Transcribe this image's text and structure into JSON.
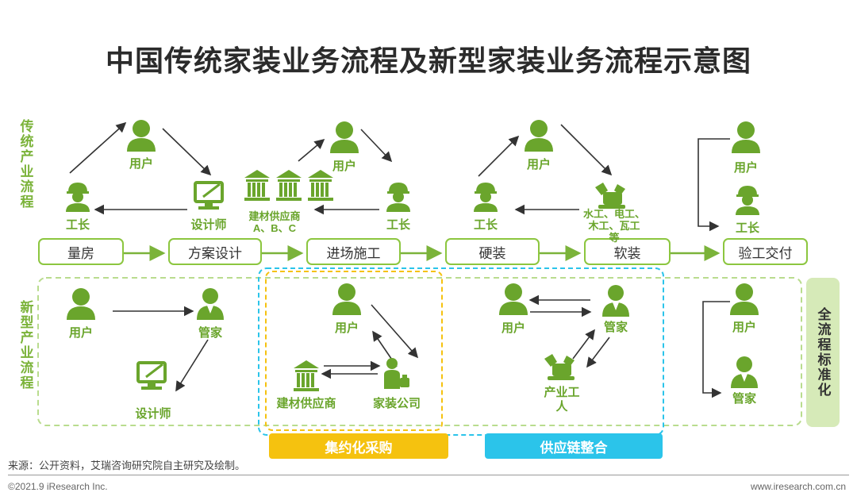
{
  "title": "中国传统家装业务流程及新型家装业务流程示意图",
  "row_labels": {
    "traditional": "传统产业流程",
    "new": "新型产业流程"
  },
  "stages": [
    "量房",
    "方案设计",
    "进场施工",
    "硬装",
    "软装",
    "验工交付"
  ],
  "traditional": {
    "user1": "用户",
    "foreman1": "工长",
    "designer": "设计师",
    "user2": "用户",
    "supplier": "建材供应商\nA、B、C",
    "foreman2": "工长",
    "user3": "用户",
    "foreman3": "工长",
    "workers": "水工、电工、\n木工、瓦工\n等",
    "user4": "用户",
    "foreman4": "工长"
  },
  "new": {
    "user1": "用户",
    "manager1": "管家",
    "designer": "设计师",
    "user2": "用户",
    "supplier": "建材供应商",
    "company": "家装公司",
    "user3": "用户",
    "manager2": "管家",
    "workers": "产业工\n人",
    "user4": "用户",
    "manager3": "管家"
  },
  "tags": {
    "procurement": "集约化采购",
    "supply_chain": "供应链整合",
    "full_process": "全流程标准化"
  },
  "colors": {
    "green": "#7bb33a",
    "icon_green": "#6aa52c",
    "yellow": "#f5c20f",
    "blue": "#2bc4ea",
    "light_green": "#d6eab8"
  },
  "source": "来源：公开资料，艾瑞咨询研究院自主研究及绘制。",
  "footer": {
    "left": "©2021.9 iResearch Inc.",
    "right": "www.iresearch.com.cn"
  }
}
